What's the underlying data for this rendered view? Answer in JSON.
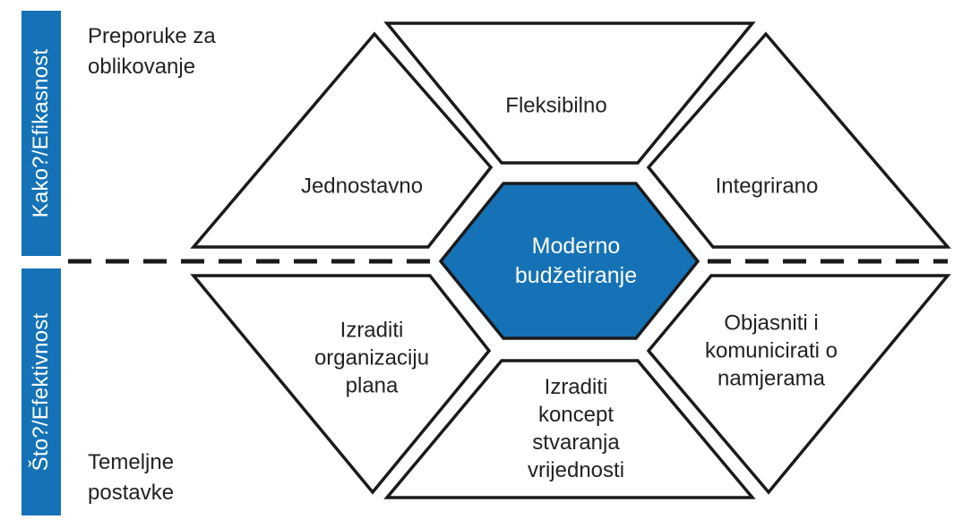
{
  "side_labels": {
    "top": "Kako?/Efikasnost",
    "bottom": "Što?/Efektivnost"
  },
  "corner_notes": {
    "top": "Preporuke za\noblikovanje",
    "bottom": "Temeljne\npostavke"
  },
  "center": {
    "label": "Moderno\nbudžetiranje"
  },
  "segments": {
    "top": "Fleksibilno",
    "top_left": "Jednostavno",
    "top_right": "Integrirano",
    "bottom_left": "Izraditi\norganizaciju\nplana",
    "bottom": "Izraditi\nkoncept\nstvaranja\nvrijednosti",
    "bottom_right": "Objasniti i\nkomunicirati o\nnamjerama"
  },
  "colors": {
    "accent": "#1572b6",
    "outline": "#1a1a1a",
    "center_fill": "#1572b6"
  }
}
